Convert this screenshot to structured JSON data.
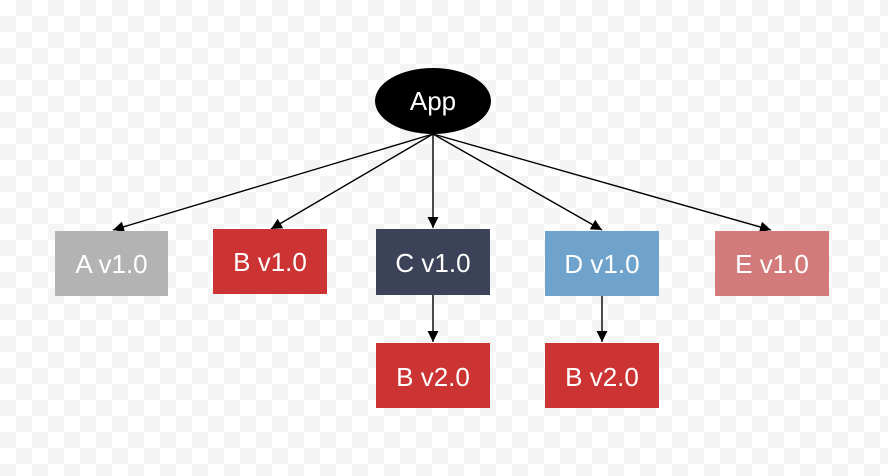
{
  "diagram": {
    "root": {
      "label": "App",
      "color": "#000000"
    },
    "nodes": {
      "a": {
        "label": "A v1.0",
        "color": "#b3b3b3"
      },
      "b1": {
        "label": "B v1.0",
        "color": "#cc3333"
      },
      "c": {
        "label": "C v1.0",
        "color": "#3c4257"
      },
      "d": {
        "label": "D v1.0",
        "color": "#6fa3cb"
      },
      "e": {
        "label": "E v1.0",
        "color": "#d37b7b"
      },
      "b2c": {
        "label": "B v2.0",
        "color": "#cc3333"
      },
      "b2d": {
        "label": "B v2.0",
        "color": "#cc3333"
      }
    },
    "edges": [
      [
        "root",
        "a"
      ],
      [
        "root",
        "b1"
      ],
      [
        "root",
        "c"
      ],
      [
        "root",
        "d"
      ],
      [
        "root",
        "e"
      ],
      [
        "c",
        "b2c"
      ],
      [
        "d",
        "b2d"
      ]
    ]
  }
}
